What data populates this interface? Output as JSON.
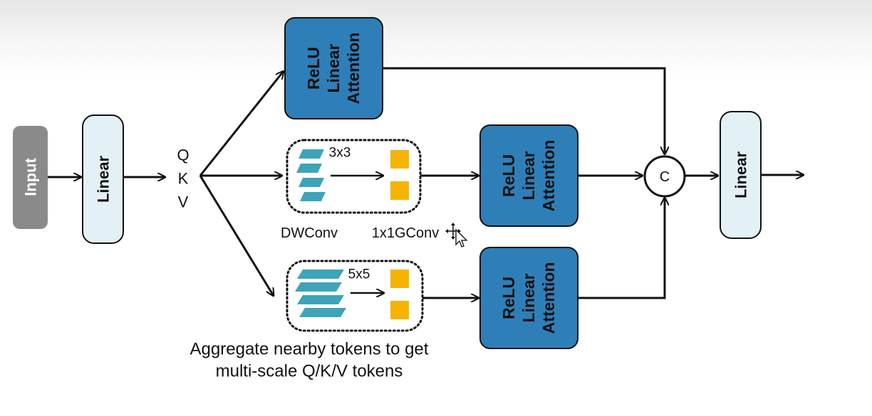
{
  "nodes": {
    "input": "Input",
    "linear_in": "Linear",
    "qkv": [
      "Q",
      "K",
      "V"
    ],
    "attention_top": [
      "ReLU",
      "Linear",
      "Attention"
    ],
    "attention_mid": [
      "ReLU",
      "Linear",
      "Attention"
    ],
    "attention_bot": [
      "ReLU",
      "Linear",
      "Attention"
    ],
    "concat": "C",
    "linear_out": "Linear"
  },
  "branches": {
    "mid_kernel": "3x3",
    "bot_kernel": "5x5",
    "dwconv_label": "DWConv",
    "gconv_label": "1x1GConv"
  },
  "caption": {
    "line1": "Aggregate nearby tokens to get",
    "line2": "multi-scale Q/K/V tokens"
  },
  "colors": {
    "input_fill": "#8a8a8a",
    "linear_fill": "#e3f0f6",
    "attention_fill": "#2e7fb8",
    "token_teal": "#3ea4b9",
    "conv_orange": "#f5b400",
    "stroke": "#111111"
  },
  "cursor_icon": "move-pointer-icon"
}
